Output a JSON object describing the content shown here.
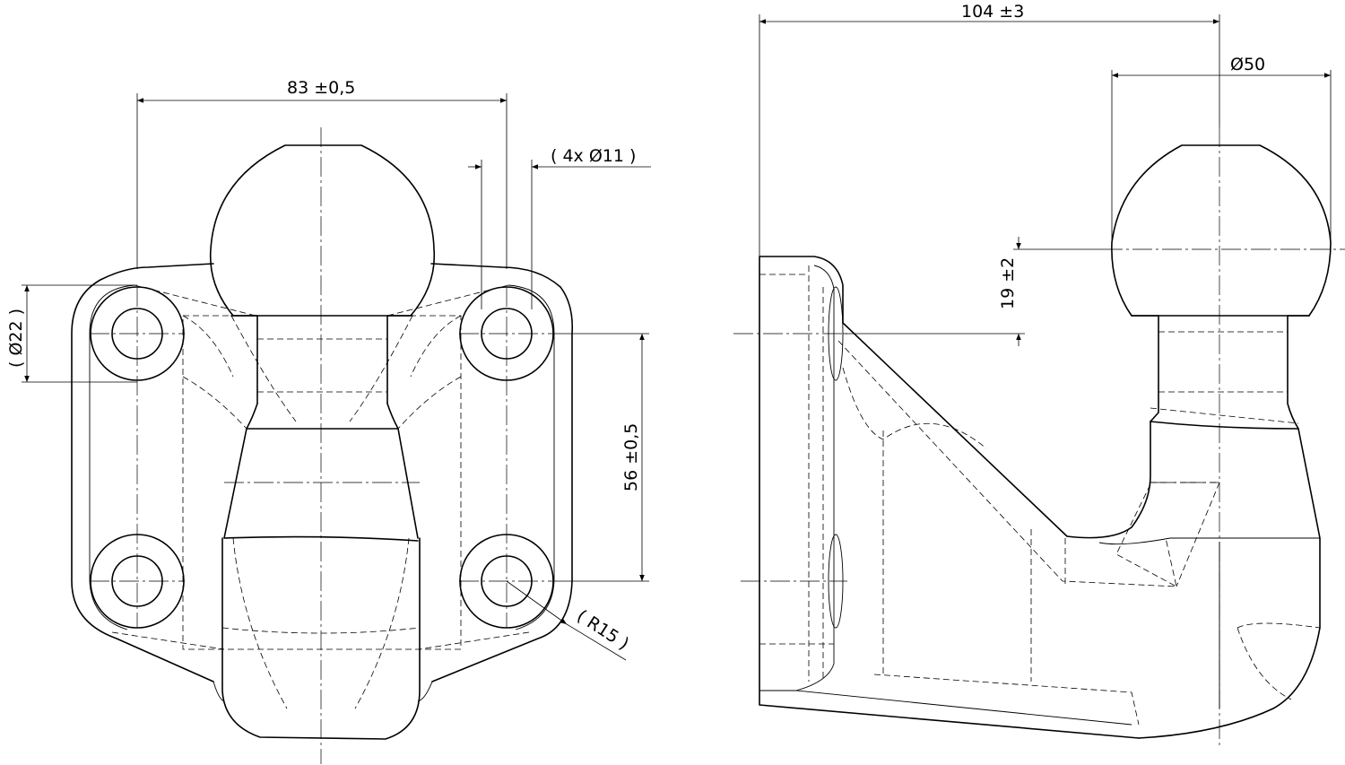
{
  "front_view": {
    "dim_width": "83 ±0,5",
    "dim_height": "56 ±0,5",
    "dim_bore": "( Ø22 )",
    "dim_holes": "( 4x Ø11 )",
    "dim_radius": "( R15 )"
  },
  "side_view": {
    "dim_length": "104 ±3",
    "dim_ball": "Ø50",
    "dim_offset": "19 ±2"
  }
}
